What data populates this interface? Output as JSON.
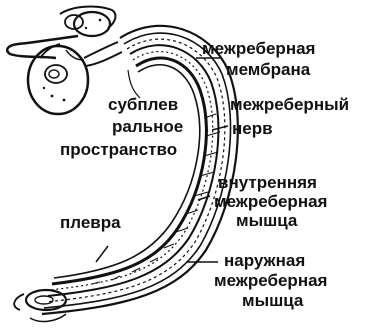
{
  "diagram": {
    "labels": {
      "intercostal_membrane": [
        "межреберная",
        "мембрана"
      ],
      "intercostal_nerve": [
        "межреберный",
        "нерв"
      ],
      "subpleural_space": [
        "субплев",
        "ральное",
        "пространство"
      ],
      "internal_intercostal_muscle": [
        "внутренняя",
        "межреберная",
        "мышца"
      ],
      "pleura": [
        "плевра"
      ],
      "external_intercostal_muscle": [
        "наружная",
        "межреберная",
        "мышца"
      ]
    },
    "colors": {
      "ink": "#111111",
      "paper": "#ffffff"
    }
  }
}
